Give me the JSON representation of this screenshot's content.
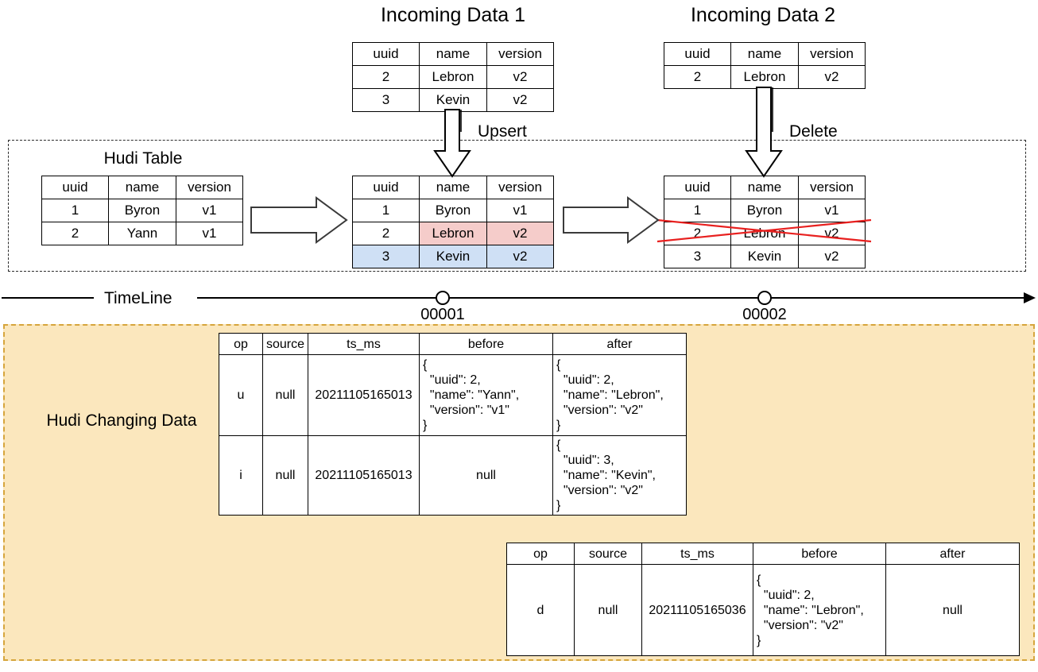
{
  "diagram": {
    "title_incoming_1": "Incoming Data 1",
    "title_incoming_2": "Incoming Data 2",
    "title_hudi_table": "Hudi Table",
    "label_upsert": "Upsert",
    "label_delete": "Delete",
    "label_timeline": "TimeLine",
    "label_panel": "Hudi Changing Data"
  },
  "timeline": {
    "ticks": [
      {
        "label": "00001"
      },
      {
        "label": "00002"
      }
    ]
  },
  "tables": {
    "headers": [
      "uuid",
      "name",
      "version"
    ],
    "incoming1": {
      "rows": [
        [
          "2",
          "Lebron",
          "v2"
        ],
        [
          "3",
          "Kevin",
          "v2"
        ]
      ]
    },
    "incoming2": {
      "rows": [
        [
          "2",
          "Lebron",
          "v2"
        ]
      ]
    },
    "hudi_initial": {
      "rows": [
        [
          "1",
          "Byron",
          "v1"
        ],
        [
          "2",
          "Yann",
          "v1"
        ]
      ]
    },
    "hudi_after_upsert": {
      "rows": [
        {
          "cells": [
            "1",
            "Byron",
            "v1"
          ],
          "highlight": [
            "none",
            "none",
            "none"
          ]
        },
        {
          "cells": [
            "2",
            "Lebron",
            "v2"
          ],
          "highlight": [
            "none",
            "red",
            "red"
          ]
        },
        {
          "cells": [
            "3",
            "Kevin",
            "v2"
          ],
          "highlight": [
            "blue",
            "blue",
            "blue"
          ]
        }
      ]
    },
    "hudi_after_delete": {
      "rows": [
        {
          "cells": [
            "1",
            "Byron",
            "v1"
          ],
          "struck": false
        },
        {
          "cells": [
            "2",
            "Lebron",
            "v2"
          ],
          "struck": true
        },
        {
          "cells": [
            "3",
            "Kevin",
            "v2"
          ],
          "struck": false
        }
      ]
    }
  },
  "cdc": {
    "headers": [
      "op",
      "source",
      "ts_ms",
      "before",
      "after"
    ],
    "table1": {
      "rows": [
        {
          "op": "u",
          "source": "null",
          "ts_ms": "20211105165013",
          "before": "{\n  \"uuid\": 2,\n  \"name\": \"Yann\",\n  \"version\": \"v1\"\n}",
          "after": "{\n  \"uuid\": 2,\n  \"name\": \"Lebron\",\n  \"version\": \"v2\"\n}"
        },
        {
          "op": "i",
          "source": "null",
          "ts_ms": "20211105165013",
          "before": "null",
          "after": "{\n  \"uuid\": 3,\n  \"name\": \"Kevin\",\n  \"version\": \"v2\"\n}"
        }
      ]
    },
    "table2": {
      "rows": [
        {
          "op": "d",
          "source": "null",
          "ts_ms": "20211105165036",
          "before": "{\n  \"uuid\": 2,\n  \"name\": \"Lebron\",\n  \"version\": \"v2\"\n}",
          "after": "null"
        }
      ]
    }
  },
  "colors": {
    "highlight_red": "#f5ccca",
    "highlight_blue": "#cfe0f5",
    "panel_fill": "#fbe7bd",
    "panel_border": "#d6a53c",
    "strike": "#e8201f",
    "line": "#000000"
  }
}
